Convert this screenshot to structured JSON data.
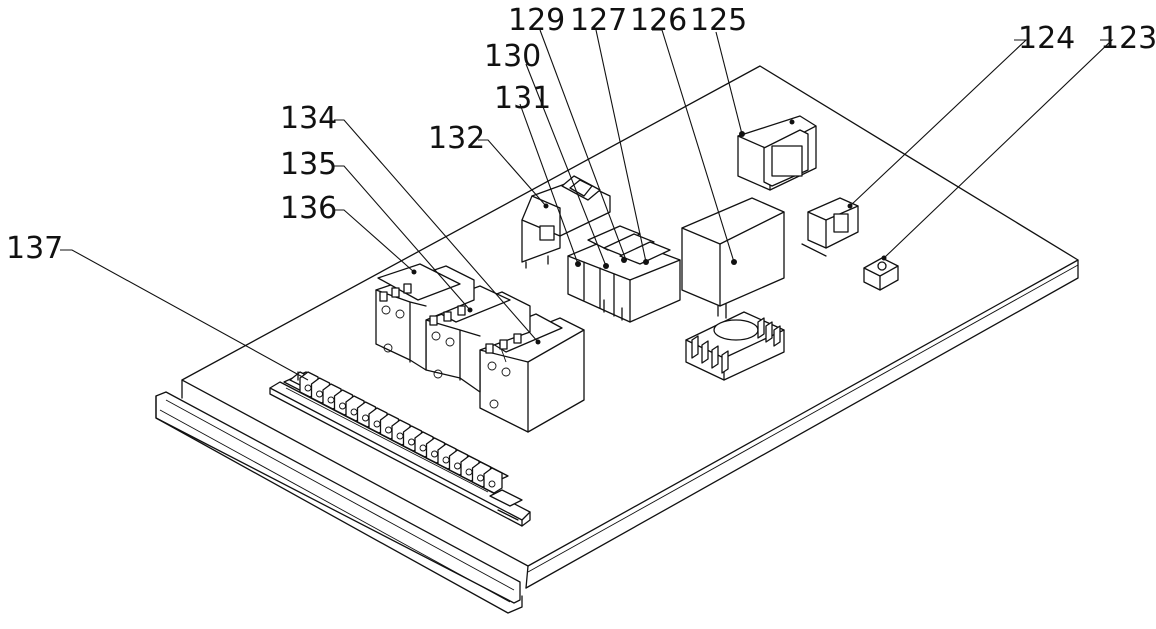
{
  "labels": {
    "l123": "123",
    "l124": "124",
    "l125": "125",
    "l126": "126",
    "l127": "127",
    "l129": "129",
    "l130": "130",
    "l131": "131",
    "l132": "132",
    "l134": "134",
    "l135": "135",
    "l136": "136",
    "l137": "137"
  }
}
